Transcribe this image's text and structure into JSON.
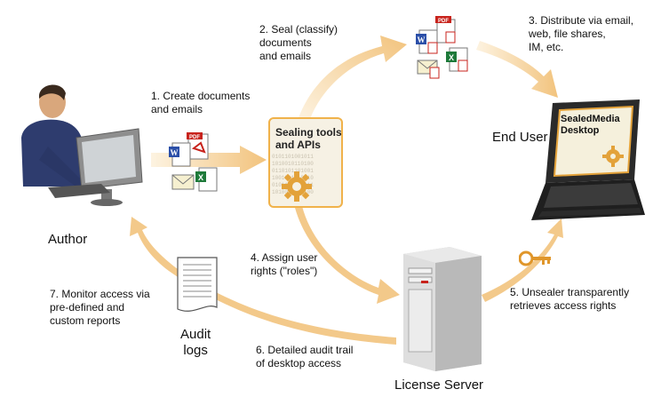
{
  "actors": {
    "author": "Author",
    "end_user": "End User",
    "license_server": "License Server",
    "audit_logs": "Audit\nlogs"
  },
  "sealing_box": {
    "title": "Sealing tools\nand APIs"
  },
  "laptop_screen": {
    "title": "SealedMedia\nDesktop"
  },
  "steps": {
    "step1": "1. Create documents\nand emails",
    "step2": "2. Seal (classify)\ndocuments\nand emails",
    "step3": "3. Distribute via email,\nweb, file shares,\nIM, etc.",
    "step4": "4. Assign user\nrights (\"roles\")",
    "step5": "5. Unsealer transparently\nretrieves access rights",
    "step6": "6. Detailed audit trail\nof desktop access",
    "step7": "7. Monitor access via\npre-defined and\ncustom reports"
  },
  "doc_badges": {
    "pdf": "PDF"
  },
  "colors": {
    "arrow": "#f3c98a",
    "arrow_light": "#fbe7c6",
    "box_border": "#f0b24a",
    "box_fill": "#f7f2e6",
    "server": "#d9d9d9"
  },
  "icons": [
    "person-at-computer-icon",
    "word-doc-icon",
    "pdf-doc-icon",
    "excel-doc-icon",
    "email-envelope-icon",
    "gear-icon",
    "laptop-icon",
    "key-icon",
    "server-tower-icon",
    "paper-log-icon"
  ]
}
